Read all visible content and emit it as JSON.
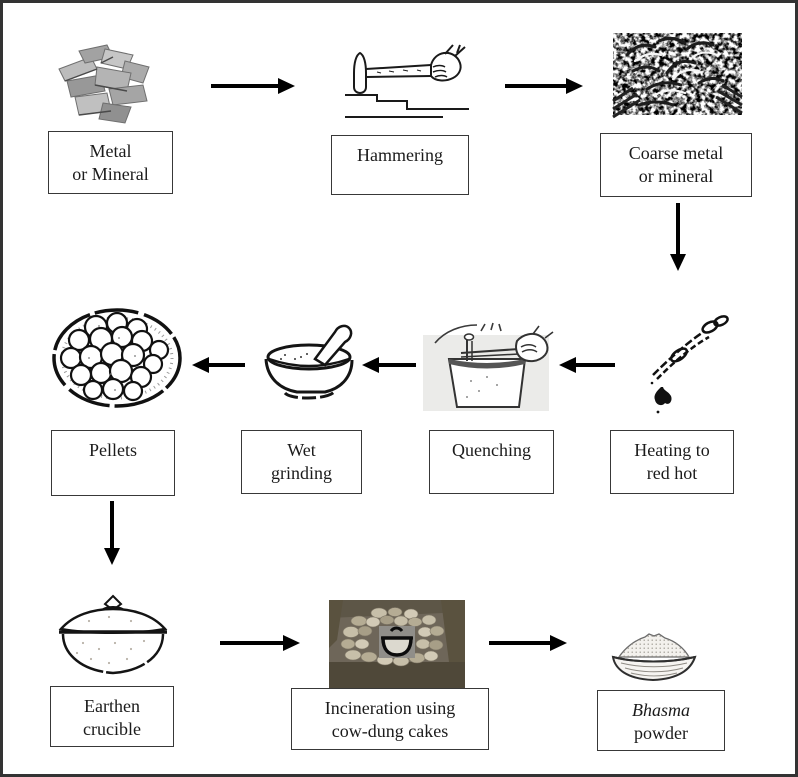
{
  "diagram": {
    "type": "flowchart",
    "nodes": [
      {
        "id": "metal-or-mineral",
        "lines": [
          "Metal",
          "or Mineral"
        ],
        "icon": "metal-ingots-image"
      },
      {
        "id": "hammering",
        "lines": [
          "Hammering"
        ],
        "icon": "hammer-and-hand-image"
      },
      {
        "id": "coarse-metal-or-mineral",
        "lines": [
          "Coarse metal",
          "or mineral"
        ],
        "icon": "coarse-metal-scraps-image"
      },
      {
        "id": "heating-to-red-hot",
        "lines": [
          "Heating to",
          "red hot"
        ],
        "icon": "tongs-over-flame-image"
      },
      {
        "id": "quenching",
        "lines": [
          "Quenching"
        ],
        "icon": "quenching-vessel-image"
      },
      {
        "id": "wet-grinding",
        "lines": [
          "Wet",
          "grinding"
        ],
        "icon": "mortar-and-pestle-image"
      },
      {
        "id": "pellets",
        "lines": [
          "Pellets"
        ],
        "icon": "pellet-plate-image"
      },
      {
        "id": "earthen-crucible",
        "lines": [
          "Earthen",
          "crucible"
        ],
        "icon": "lidded-earthen-pot-image"
      },
      {
        "id": "incineration",
        "lines": [
          "Incineration using",
          "cow-dung cakes"
        ],
        "icon": "cow-dung-pit-photo"
      },
      {
        "id": "bhasma-powder",
        "lines": [
          "Bhasma",
          "powder"
        ],
        "italic_line": 0,
        "icon": "powder-heap-bowl-image"
      }
    ],
    "arrows": [
      {
        "from": "metal-or-mineral",
        "to": "hammering",
        "direction": "right"
      },
      {
        "from": "hammering",
        "to": "coarse-metal-or-mineral",
        "direction": "right"
      },
      {
        "from": "coarse-metal-or-mineral",
        "to": "heating-to-red-hot",
        "direction": "down"
      },
      {
        "from": "heating-to-red-hot",
        "to": "quenching",
        "direction": "left"
      },
      {
        "from": "quenching",
        "to": "wet-grinding",
        "direction": "left"
      },
      {
        "from": "wet-grinding",
        "to": "pellets",
        "direction": "left"
      },
      {
        "from": "pellets",
        "to": "earthen-crucible",
        "direction": "down"
      },
      {
        "from": "earthen-crucible",
        "to": "incineration",
        "direction": "right"
      },
      {
        "from": "incineration",
        "to": "bhasma-powder",
        "direction": "right"
      }
    ],
    "colors": {
      "background": "#ffffff",
      "figure_border": "#333333",
      "box_border": "#383838",
      "text": "#1b1b1b",
      "arrow": "#000000"
    }
  }
}
